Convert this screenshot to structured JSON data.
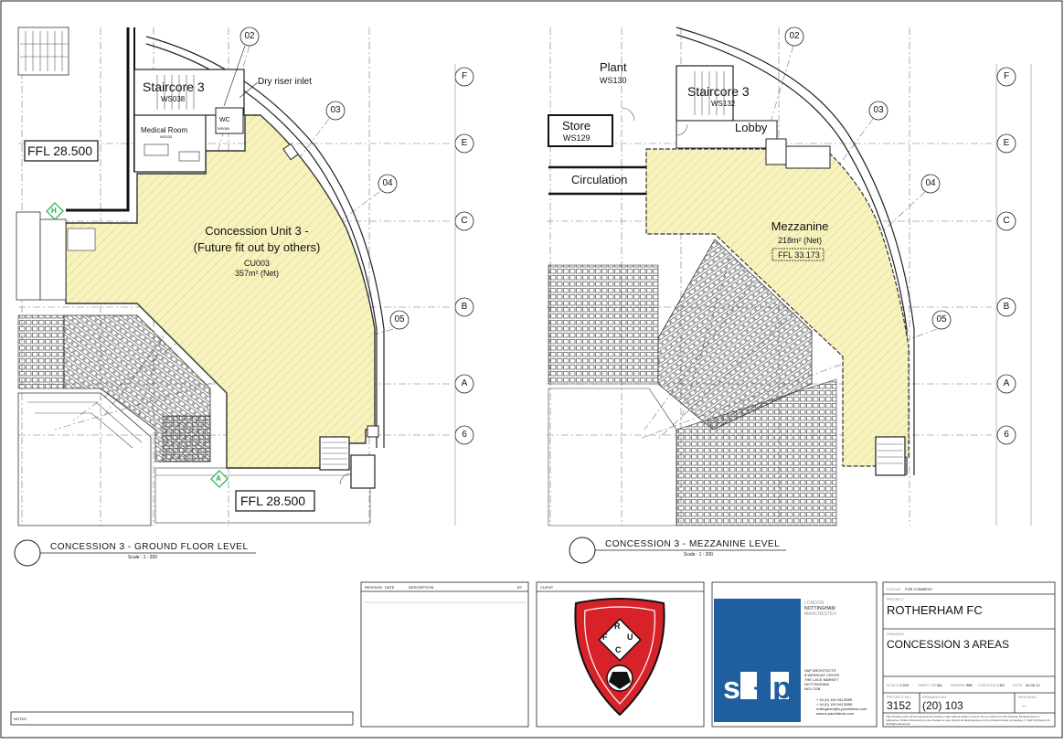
{
  "plans": {
    "ground": {
      "caption": "CONCESSION 3 - GROUND FLOOR LEVEL",
      "scale": "Scale : 1 : 200",
      "unit_name": "Concession Unit 3 -",
      "unit_note": "(Future fit out by others)",
      "unit_code": "CU003",
      "unit_area": "357m² (Net)",
      "staircore": "Staircore 3",
      "staircore_code": "WS038",
      "medical": "Medical Room",
      "medical_code": "WS033",
      "wc": "WC",
      "wc_code": "WS080",
      "riser": "Dry riser inlet",
      "ffl_top": "FFL 28.500",
      "ffl_bottom": "FFL 28.500",
      "marker_h": "H",
      "marker_a": "A"
    },
    "mezz": {
      "caption": "CONCESSION 3 - MEZZANINE LEVEL",
      "scale": "Scale : 1 : 200",
      "plant": "Plant",
      "plant_code": "WS130",
      "store": "Store",
      "store_code": "WS129",
      "staircore": "Staircore 3",
      "staircore_code": "WS132",
      "lobby": "Lobby",
      "circulation": "Circulation",
      "mezz_name": "Mezzanine",
      "mezz_area": "218m² (Net)",
      "mezz_ffl": "FFL 33.173"
    },
    "radial_grids": [
      "02",
      "03",
      "04",
      "05"
    ],
    "row_grids": [
      "F",
      "E",
      "C",
      "B",
      "A",
      "6"
    ]
  },
  "title_block": {
    "notes": "NOTES",
    "rev_headers": {
      "revision": "REVISION",
      "date": "DATE",
      "description": "DESCRIPTION",
      "by": "BY"
    },
    "client_label": "CLIENT",
    "logo_letters": [
      "R",
      "U",
      "F",
      "C"
    ],
    "offices": {
      "london": "LONDON",
      "nottingham": "NOTTINGHAM",
      "manchester": "MANCHESTER"
    },
    "address": [
      "S&P ARCHITECTS",
      "8 WEEKDAY CROSS",
      "THE LACE MARKET",
      "NOTTINGHAM",
      "NG1 2GB"
    ],
    "contacts": [
      "+ 44 (0) 115 941 5559",
      "+ 44 (0) 115 941 5555",
      "nottingham@s-parchitects.com",
      "www.s-parchitects.com"
    ],
    "brand_s": "s",
    "brand_plus": "+",
    "brand_p": "p",
    "status_label": "STATUS",
    "status": "FOR COMMENT",
    "project_label": "PROJECT",
    "project": "ROTHERHAM FC",
    "drawing_label": "DRAWING",
    "drawing": "CONCESSION 3  AREAS",
    "scale_label": "SCALE",
    "scale": "1:200",
    "sheet_label": "SHEET SIZE",
    "sheet": "A1",
    "drawn_label": "DRAWN BY",
    "drawn": "NN",
    "checked_label": "CHECKED BY",
    "checked": "GJ",
    "date_label": "DATE",
    "date": "24.05.12",
    "project_no_label": "PROJECT NO.",
    "project_no": "3152",
    "drawing_no_label": "DRAWING NO.",
    "drawing_no": "(20) 103",
    "revision_label": "REVISION",
    "revision": "..",
    "disclaimer": "This drawing must not be reproduced in whole or part without written consent. Do not scale from this drawing. All dimensions in millimetres. Written dimensions to be checked on site. Report all discrepancies to the architect before proceeding. © S&P Architects Ltd. All Rights Reserved."
  },
  "colors": {
    "unit_fill": "#f7f3bf",
    "hatch": "#e3c97a",
    "brand_blue": "#1f5fa0",
    "logo_red": "#d8222a",
    "line": "#1a1a1a",
    "marker_green": "#1fae4b"
  }
}
